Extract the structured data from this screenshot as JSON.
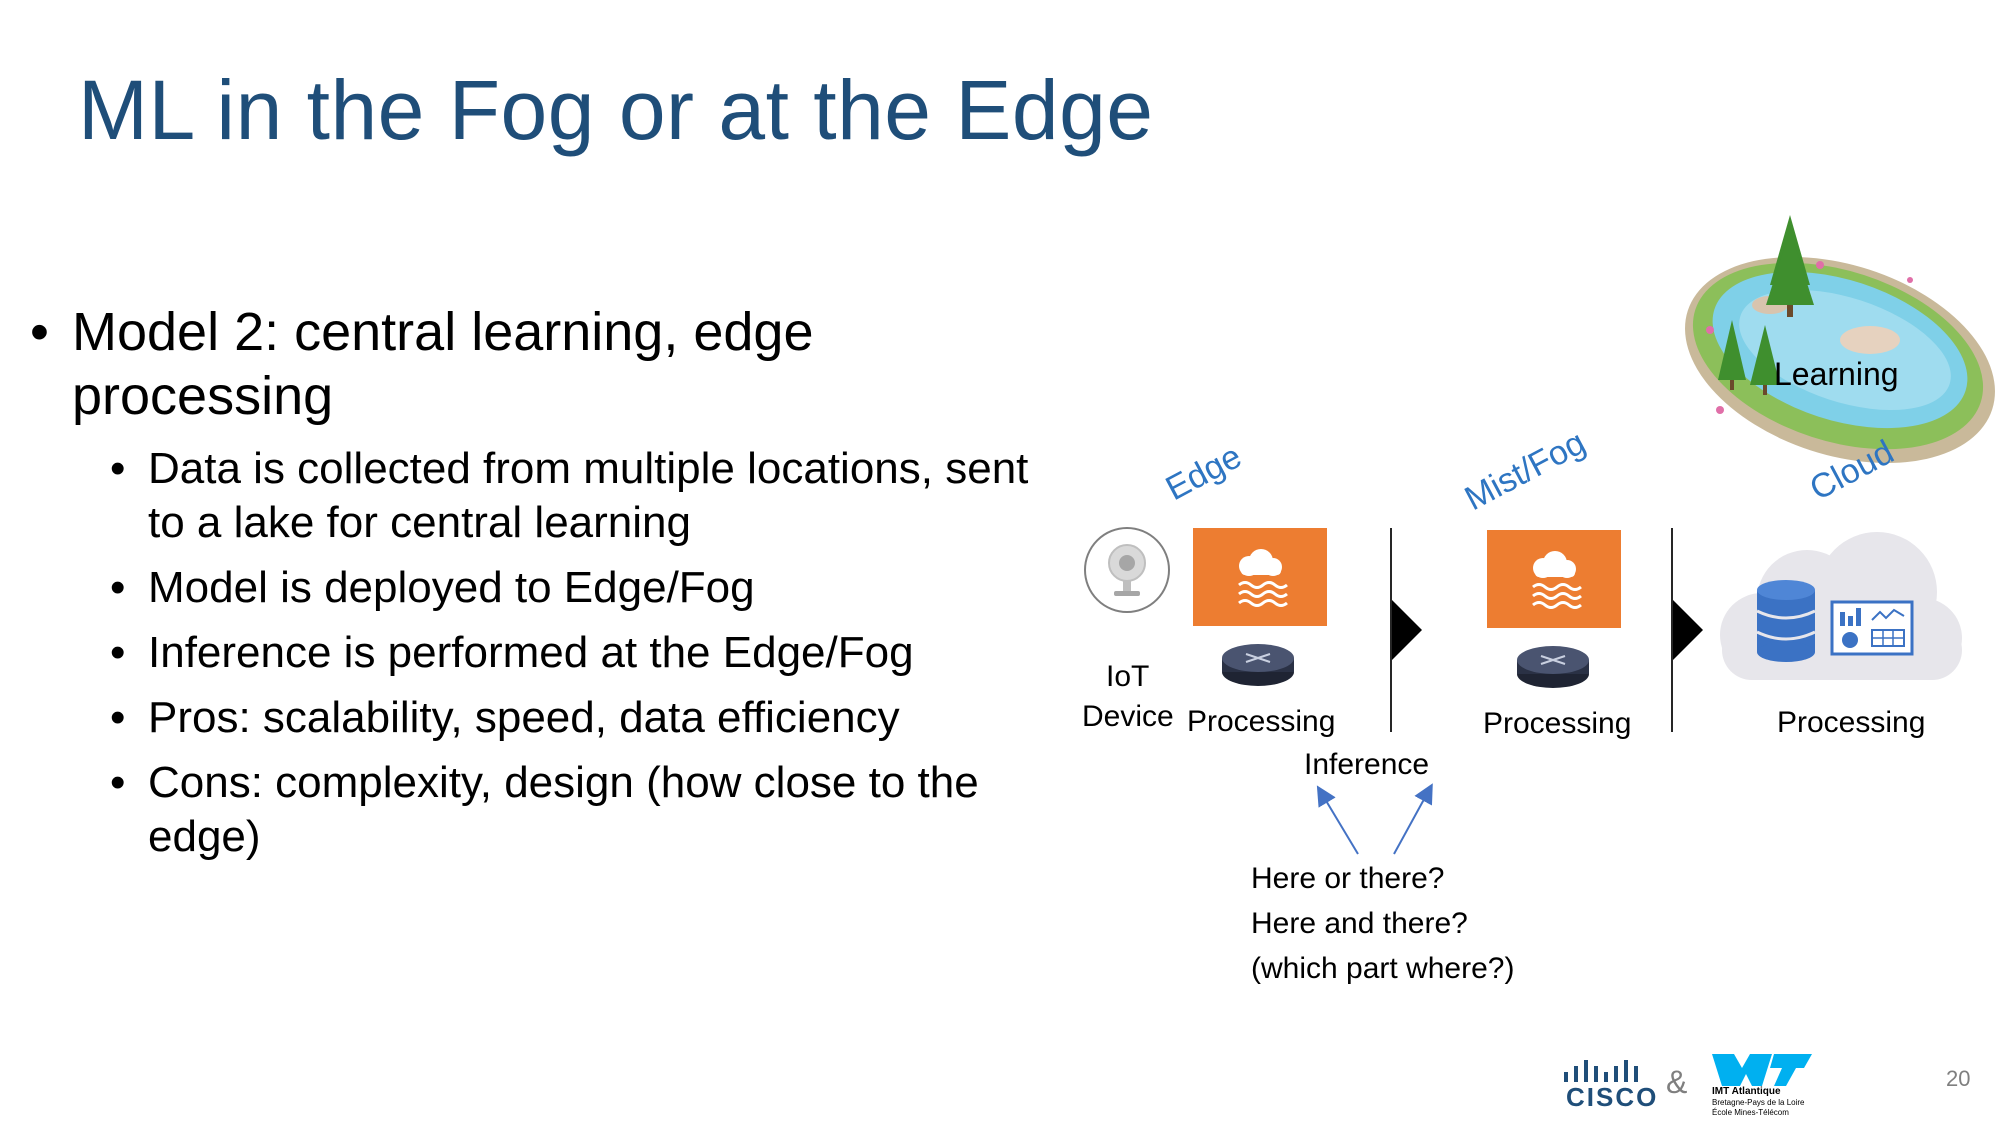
{
  "slide": {
    "title": "ML in the Fog or at the Edge",
    "page_number": "20"
  },
  "bullets": {
    "main": "Model 2: central learning, edge processing",
    "subs": [
      "Data is collected from multiple locations, sent to a lake for central learning",
      "Model is deployed to Edge/Fog",
      "Inference is performed at the Edge/Fog",
      "Pros: scalability, speed, data efficiency",
      "Cons: complexity, design (how close to the edge)"
    ]
  },
  "diagram": {
    "learning_label": "Learning",
    "edge_label": "Edge",
    "fog_label": "Mist/Fog",
    "cloud_label": "Cloud",
    "iot_label_1": "IoT",
    "iot_label_2": "Device",
    "processing_labels": [
      "Processing",
      "Processing",
      "Processing"
    ],
    "inference_label": "Inference",
    "question_lines": [
      "Here or there?",
      "Here and there?",
      "(which part where?)"
    ],
    "colors": {
      "orange": "#ed7d31",
      "blue_label": "#2e75c2",
      "title": "#1f4e79"
    }
  },
  "footer": {
    "cisco_text": "CISCO",
    "ampersand": "&",
    "imt_name": "IMT Atlantique",
    "imt_sub1": "Bretagne-Pays de la Loire",
    "imt_sub2": "École Mines-Télécom"
  }
}
